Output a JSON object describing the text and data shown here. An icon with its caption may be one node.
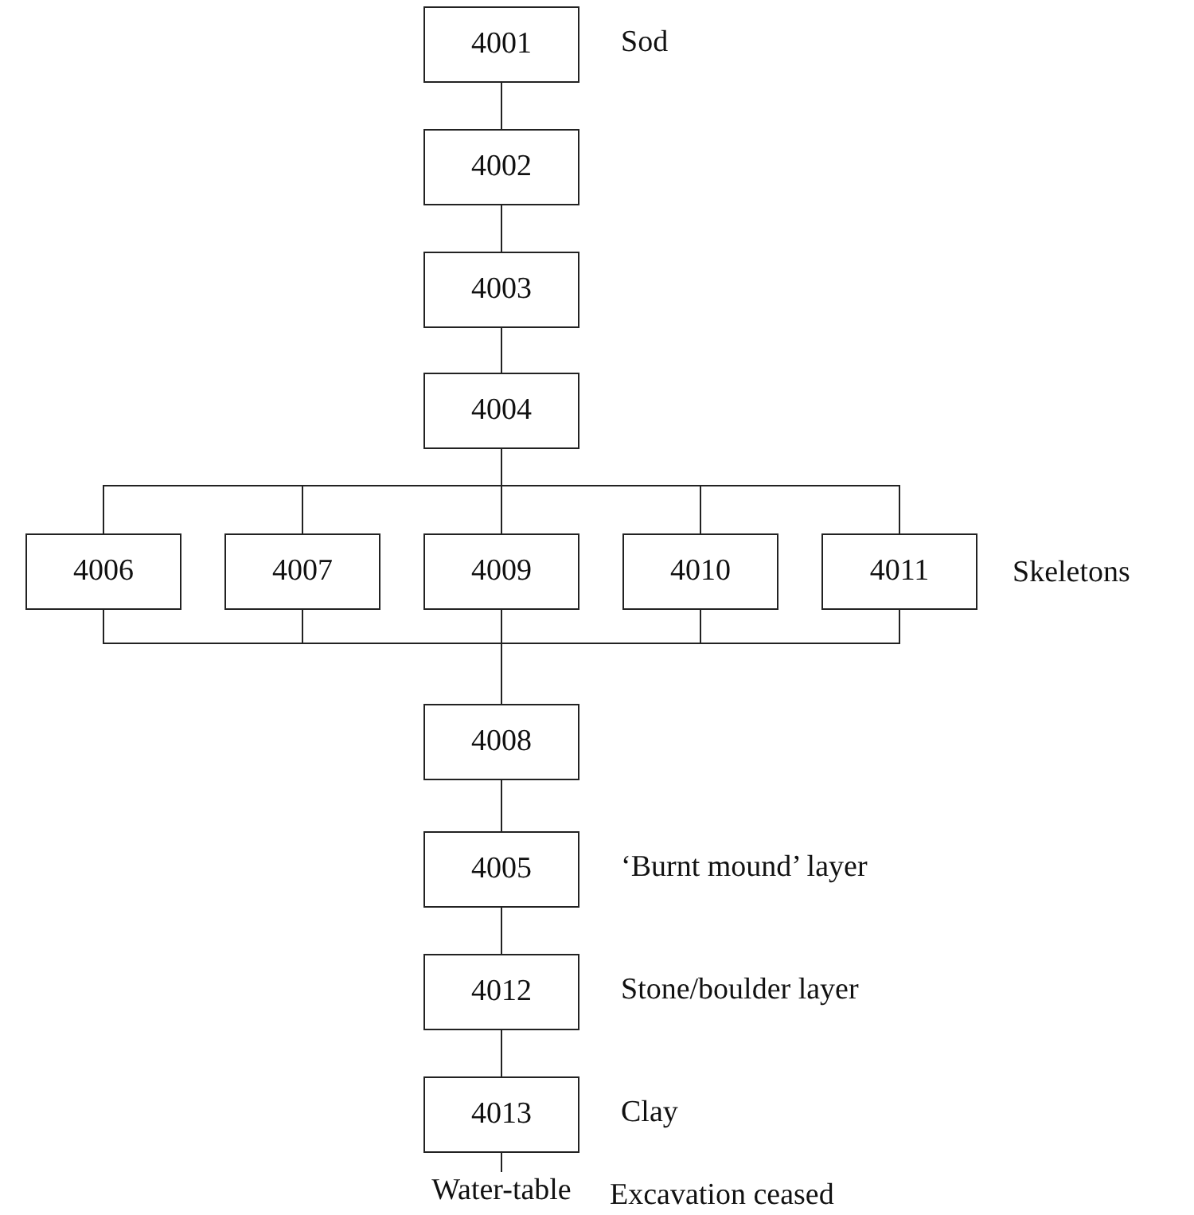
{
  "diagram": {
    "nodes": [
      {
        "text": [
          "4001"
        ],
        "beside": [
          "Sod"
        ]
      },
      {
        "text": [
          "4002"
        ]
      },
      {
        "text": [
          "4003"
        ]
      },
      {
        "text": [
          "4004"
        ]
      },
      {
        "text": [
          "4006"
        ]
      },
      {
        "text": [
          "4007"
        ]
      },
      {
        "text": [
          "4009"
        ]
      },
      {
        "text": [
          "4010"
        ]
      },
      {
        "text": [
          "4011"
        ]
      },
      {
        "text": [
          "4008"
        ]
      },
      {
        "text": [
          "4005"
        ],
        "beside": [
          "‘Burnt mound’ layer"
        ]
      },
      {
        "text": [
          "4012"
        ],
        "beside": [
          "Stone/boulder layer"
        ]
      },
      {
        "text": [
          "4013"
        ],
        "beside": [
          "Clay"
        ]
      },
      {
        "text": [
          "Water-table"
        ]
      }
    ],
    "edges": [
      {
        "from": 0,
        "to": 1,
        "arrow": "none"
      },
      {
        "from": 1,
        "to": 2,
        "arrow": "none"
      },
      {
        "from": 2,
        "to": 3,
        "arrow": "none"
      },
      {
        "from": 3,
        "to": 4,
        "arrow": "none"
      },
      {
        "from": 3,
        "to": 5,
        "arrow": "none"
      },
      {
        "from": 3,
        "to": 6,
        "arrow": "none"
      },
      {
        "from": 3,
        "to": 7,
        "arrow": "none"
      },
      {
        "from": 3,
        "to": 8,
        "arrow": "none"
      },
      {
        "from": 4,
        "to": 9,
        "arrow": "none"
      },
      {
        "from": 5,
        "to": 9,
        "arrow": "none"
      },
      {
        "from": 6,
        "to": 9,
        "arrow": "none"
      },
      {
        "from": 7,
        "to": 9,
        "arrow": "none"
      },
      {
        "from": 8,
        "to": 9,
        "arrow": "none"
      },
      {
        "from": 9,
        "to": 10,
        "arrow": "none"
      },
      {
        "from": 10,
        "to": 11,
        "arrow": "none"
      },
      {
        "from": 11,
        "to": 12,
        "arrow": "none"
      },
      {
        "from": 12,
        "to": 13,
        "arrow": "none"
      }
    ],
    "labels": [
      "Skeletons",
      "Excavation ceased"
    ]
  }
}
